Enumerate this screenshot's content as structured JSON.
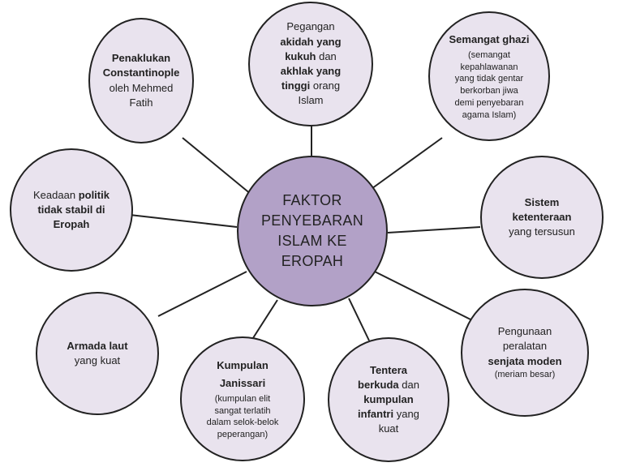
{
  "center": {
    "lines": [
      "FAKTOR",
      "PENYEBARAN",
      "ISLAM KE",
      "EROPAH"
    ]
  },
  "factors": {
    "f1": {
      "l1": "Penaklukan",
      "l2": "Constantinople",
      "l3": "oleh Mehmed",
      "l4": "Fatih"
    },
    "f2": {
      "l1": "Pegangan",
      "l2a": "akidah yang",
      "l3a": "kukuh",
      "l3b": " dan",
      "l4a": "akhlak yang",
      "l5a": "tinggi",
      "l5b": " orang",
      "l6": "Islam"
    },
    "f3": {
      "title": "Semangat ghazi",
      "d1": "(semangat",
      "d2": "kepahlawanan",
      "d3": "yang tidak gentar",
      "d4": "berkorban jiwa",
      "d5": "demi penyebaran",
      "d6": "agama Islam)"
    },
    "f4": {
      "l1": "Sistem",
      "l2": "ketenteraan",
      "l3": "yang tersusun"
    },
    "f5": {
      "l1": "Pengunaan",
      "l2": "peralatan",
      "l3": "senjata moden",
      "l4": "(meriam besar)"
    },
    "f6": {
      "l1": "Tentera",
      "l2a": "berkuda",
      "l2b": " dan",
      "l3": "kumpulan",
      "l4a": "infantri",
      "l4b": " yang",
      "l5": "kuat"
    },
    "f7": {
      "l1": "Kumpulan",
      "l2": "Janissari",
      "d1": "(kumpulan elit",
      "d2": "sangat terlatih",
      "d3": "dalam selok-belok",
      "d4": "peperangan)"
    },
    "f8": {
      "l1": "Armada laut",
      "l2": "yang kuat"
    },
    "f9": {
      "l1a": "Keadaan ",
      "l1b": "politik",
      "l2": "tidak stabil di",
      "l3": "Eropah"
    }
  },
  "colors": {
    "center_fill": "#b2a1c7",
    "node_fill": "#e9e3ee",
    "stroke": "#222222"
  }
}
